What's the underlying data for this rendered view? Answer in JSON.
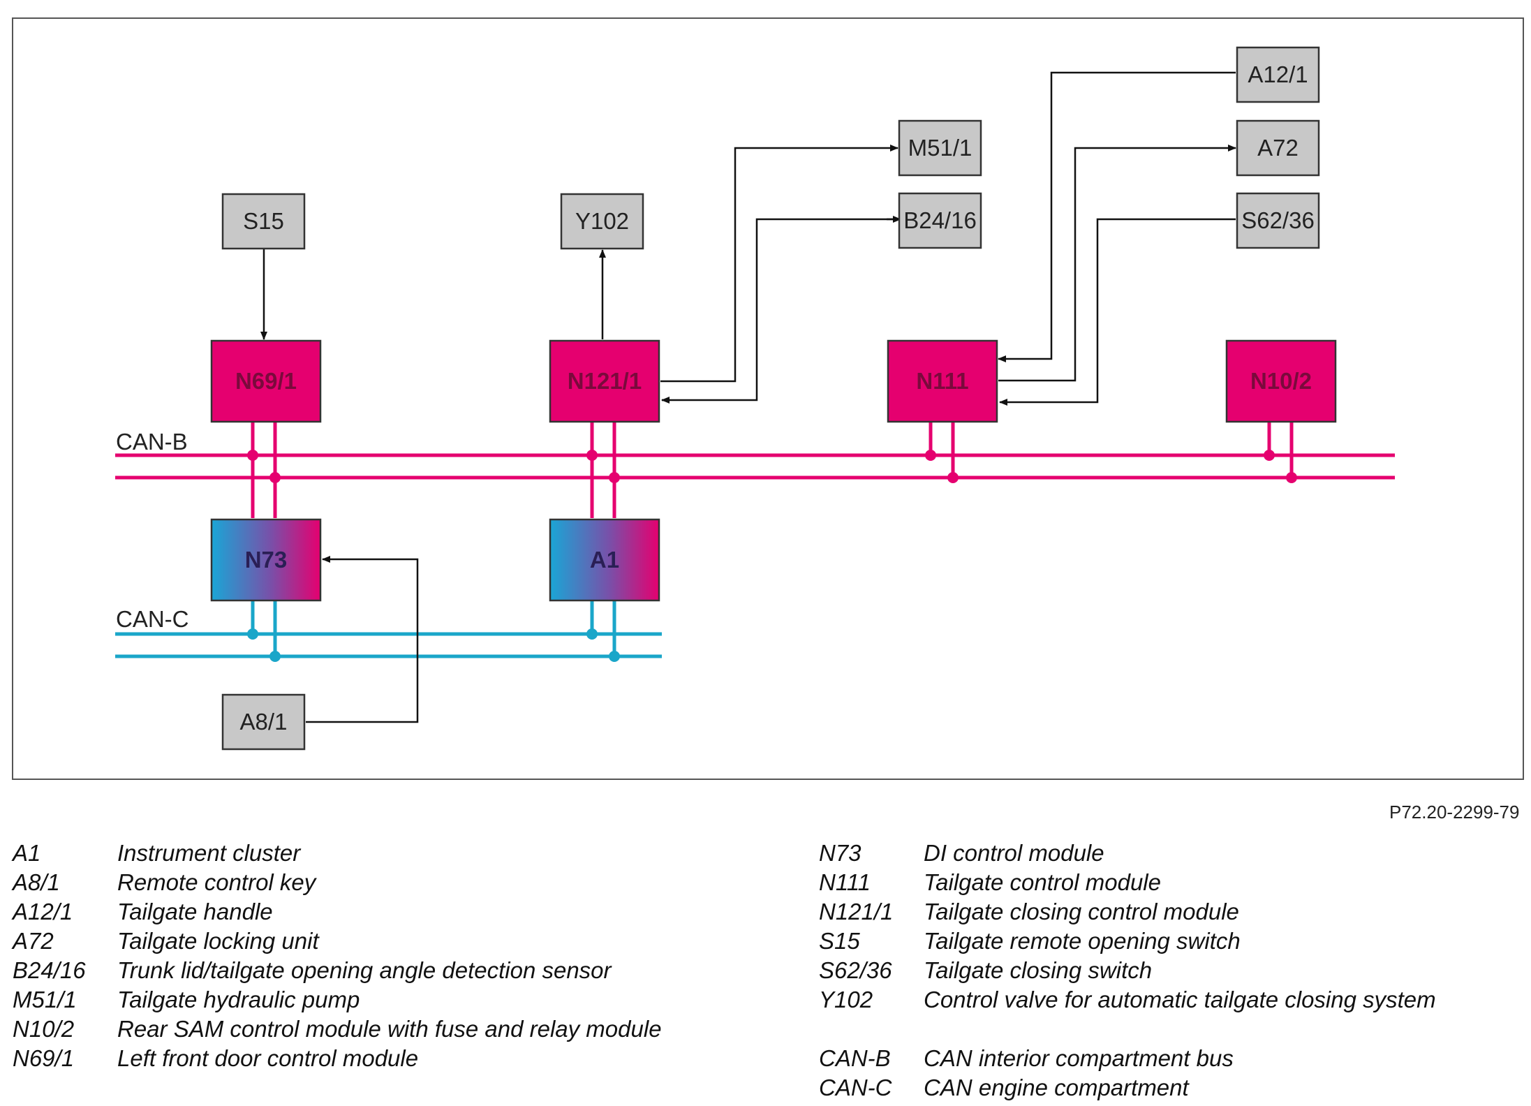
{
  "components": {
    "s15": "S15",
    "y102": "Y102",
    "m51_1": "M51/1",
    "b24_16": "B24/16",
    "a12_1": "A12/1",
    "a72": "A72",
    "s62_36": "S62/36",
    "a8_1": "A8/1"
  },
  "modules": {
    "n69_1": "N69/1",
    "n121_1": "N121/1",
    "n111": "N111",
    "n10_2": "N10/2",
    "n73": "N73",
    "a1": "A1"
  },
  "buses": {
    "can_b": "CAN-B",
    "can_c": "CAN-C"
  },
  "colors": {
    "can_b": "#e5006f",
    "can_c": "#1aa6c9",
    "module_fill": "#e5006f",
    "component_fill": "#c8c8c8"
  },
  "reference_code": "P72.20-2299-79",
  "legend": {
    "left": [
      {
        "code": "A1",
        "desc": "Instrument cluster"
      },
      {
        "code": "A8/1",
        "desc": "Remote control key"
      },
      {
        "code": "A12/1",
        "desc": "Tailgate handle"
      },
      {
        "code": "A72",
        "desc": "Tailgate locking unit"
      },
      {
        "code": "B24/16",
        "desc": "Trunk lid/tailgate opening angle detection sensor"
      },
      {
        "code": "M51/1",
        "desc": "Tailgate hydraulic pump"
      },
      {
        "code": "N10/2",
        "desc": "Rear SAM control module with fuse and relay module"
      },
      {
        "code": "N69/1",
        "desc": "Left front door control module"
      }
    ],
    "right": [
      {
        "code": "N73",
        "desc": "DI control module"
      },
      {
        "code": "N111",
        "desc": "Tailgate control module"
      },
      {
        "code": "N121/1",
        "desc": "Tailgate closing control module"
      },
      {
        "code": "S15",
        "desc": "Tailgate remote opening switch"
      },
      {
        "code": "S62/36",
        "desc": "Tailgate closing switch"
      },
      {
        "code": "Y102",
        "desc": "Control valve for automatic tailgate closing system"
      }
    ],
    "right_bus": [
      {
        "code": "CAN-B",
        "desc": "CAN interior compartment bus"
      },
      {
        "code": "CAN-C",
        "desc": "CAN engine compartment"
      }
    ]
  }
}
